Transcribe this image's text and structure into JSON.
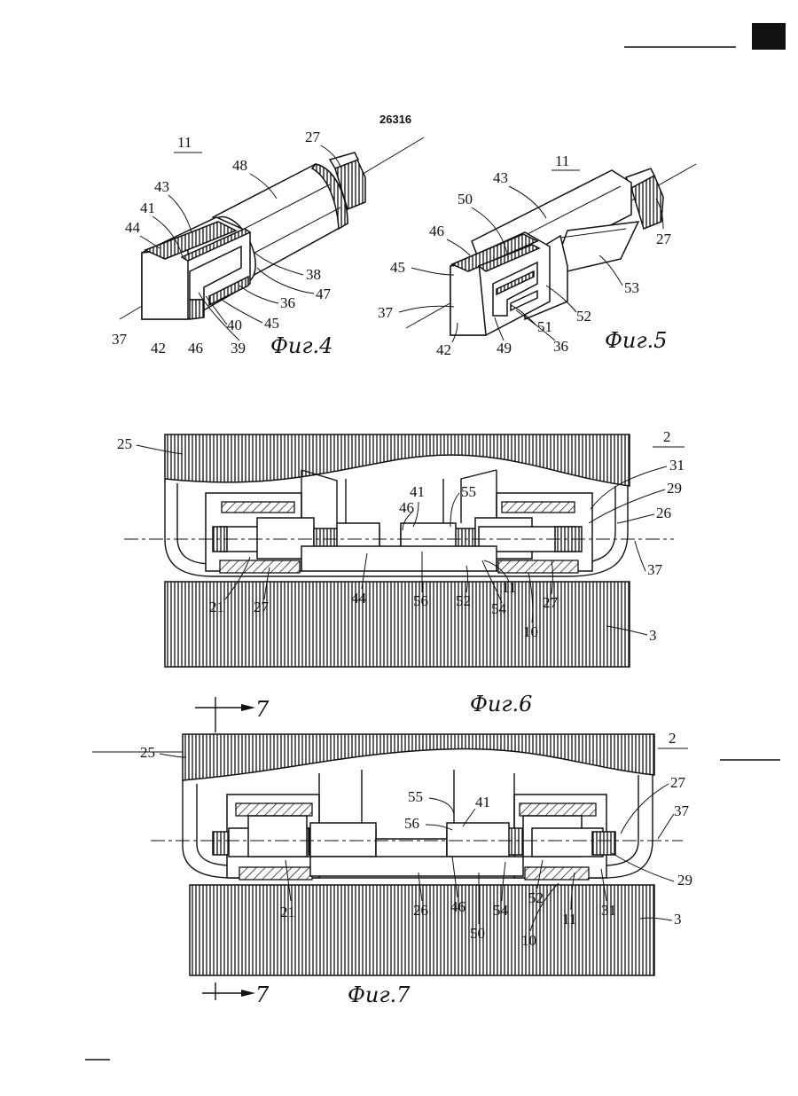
{
  "document_number": "26316",
  "figures": {
    "fig4": {
      "caption": "Фиг.4",
      "part_number": "11",
      "labels": [
        "27",
        "48",
        "43",
        "41",
        "44",
        "38",
        "47",
        "36",
        "45",
        "40",
        "37",
        "42",
        "46",
        "39"
      ]
    },
    "fig5": {
      "caption": "Фиг.5",
      "part_number": "11",
      "labels": [
        "43",
        "50",
        "46",
        "27",
        "45",
        "53",
        "52",
        "37",
        "51",
        "36",
        "42",
        "49"
      ]
    },
    "fig6": {
      "caption": "Фиг.6",
      "part_number": "2",
      "labels": [
        "25",
        "31",
        "41",
        "55",
        "46",
        "29",
        "26",
        "37",
        "21",
        "27",
        "44",
        "56",
        "52",
        "54",
        "11",
        "27",
        "10",
        "3"
      ]
    },
    "fig7": {
      "caption": "Фиг.7",
      "part_number": "2",
      "section_marks": [
        "7",
        "7"
      ],
      "labels": [
        "25",
        "27",
        "55",
        "41",
        "37",
        "56",
        "29",
        "21",
        "26",
        "46",
        "50",
        "54",
        "52",
        "11",
        "31",
        "10",
        "3"
      ]
    }
  }
}
